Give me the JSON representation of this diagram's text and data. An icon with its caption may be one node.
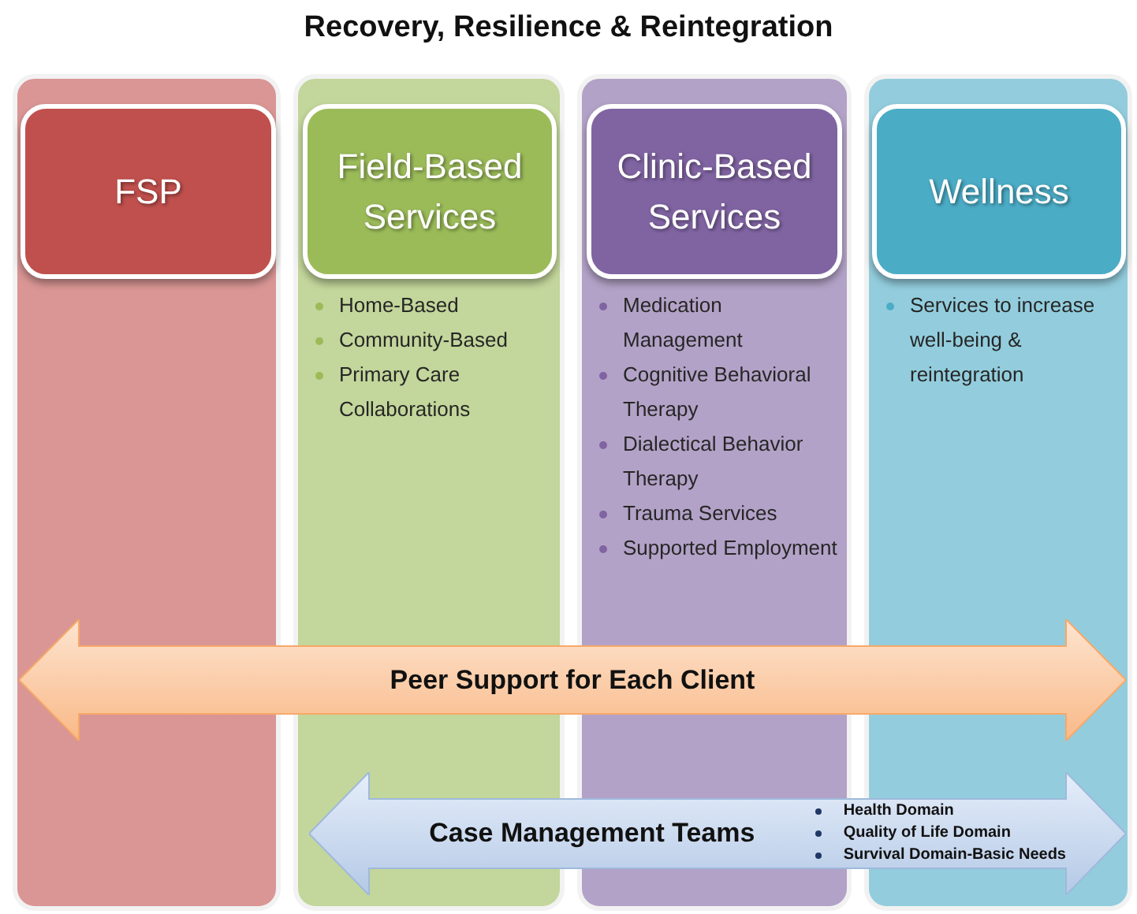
{
  "diagram": {
    "title": "Recovery, Resilience & Reintegration",
    "nodes": [
      {
        "text": [],
        "shape": "box"
      },
      {
        "text": [
          "FSP"
        ],
        "in": 0
      },
      {
        "text": [
          "Home-Based",
          "Community-Based",
          "Primary Care Collaborations"
        ]
      },
      {
        "text": [
          "Field-Based Services"
        ],
        "in": 2
      },
      {
        "text": [
          "Medication Management",
          "Cognitive Behavioral Therapy",
          "Dialectical Behavior Therapy",
          "Trauma Services",
          "Supported Employment"
        ]
      },
      {
        "text": [
          "Clinic-Based Services"
        ],
        "in": 4
      },
      {
        "text": [
          "Services to increase well-being & reintegration"
        ]
      },
      {
        "text": [
          "Wellness"
        ],
        "in": 6
      },
      {
        "text": [
          "Peer Support for Each Client"
        ]
      },
      {
        "text": [
          "Case Management Teams",
          "Health Domain",
          "Quality of Life Domain",
          "Survival Domain-Basic Needs"
        ]
      }
    ]
  }
}
